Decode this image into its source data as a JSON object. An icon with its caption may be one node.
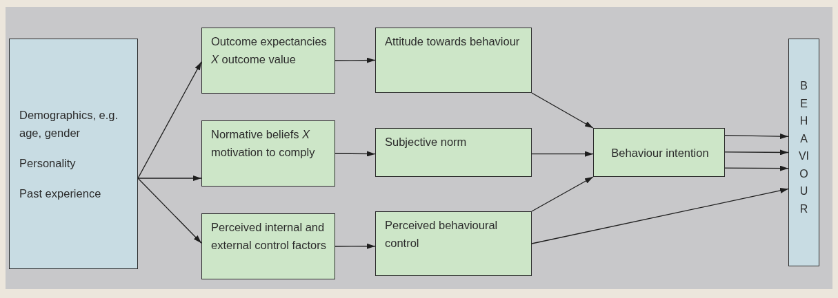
{
  "diagram": {
    "nodes": [
      {
        "text": [
          "Demographics, e.g. age, gender",
          "Personality",
          "Past experience"
        ]
      },
      {
        "text": [
          "Outcome expectancies *X* outcome value"
        ]
      },
      {
        "text": [
          "Normative beliefs *X* motivation to comply"
        ]
      },
      {
        "text": [
          "Perceived internal and external control factors"
        ]
      },
      {
        "text": [
          "Attitude towards behaviour"
        ]
      },
      {
        "text": [
          "Subjective norm"
        ]
      },
      {
        "text": [
          "Perceived behavioural control"
        ]
      },
      {
        "text": [
          "Behaviour intention"
        ]
      },
      {
        "text": [
          "BEHAVIOUR"
        ]
      }
    ],
    "edges": [
      {
        "from": 0,
        "to": 1,
        "arrow": "to"
      },
      {
        "from": 0,
        "to": 2,
        "arrow": "to"
      },
      {
        "from": 0,
        "to": 3,
        "arrow": "to"
      },
      {
        "from": 1,
        "to": 4,
        "arrow": "to"
      },
      {
        "from": 2,
        "to": 5,
        "arrow": "to"
      },
      {
        "from": 3,
        "to": 6,
        "arrow": "to"
      },
      {
        "from": 4,
        "to": 7,
        "arrow": "to"
      },
      {
        "from": 5,
        "to": 7,
        "arrow": "to"
      },
      {
        "from": 6,
        "to": 7,
        "arrow": "to"
      },
      {
        "from": 7,
        "to": 8,
        "arrow": "to"
      },
      {
        "from": 7,
        "to": 8,
        "arrow": "to"
      },
      {
        "from": 7,
        "to": 8,
        "arrow": "to"
      },
      {
        "from": 6,
        "to": 8,
        "arrow": "to"
      }
    ]
  }
}
